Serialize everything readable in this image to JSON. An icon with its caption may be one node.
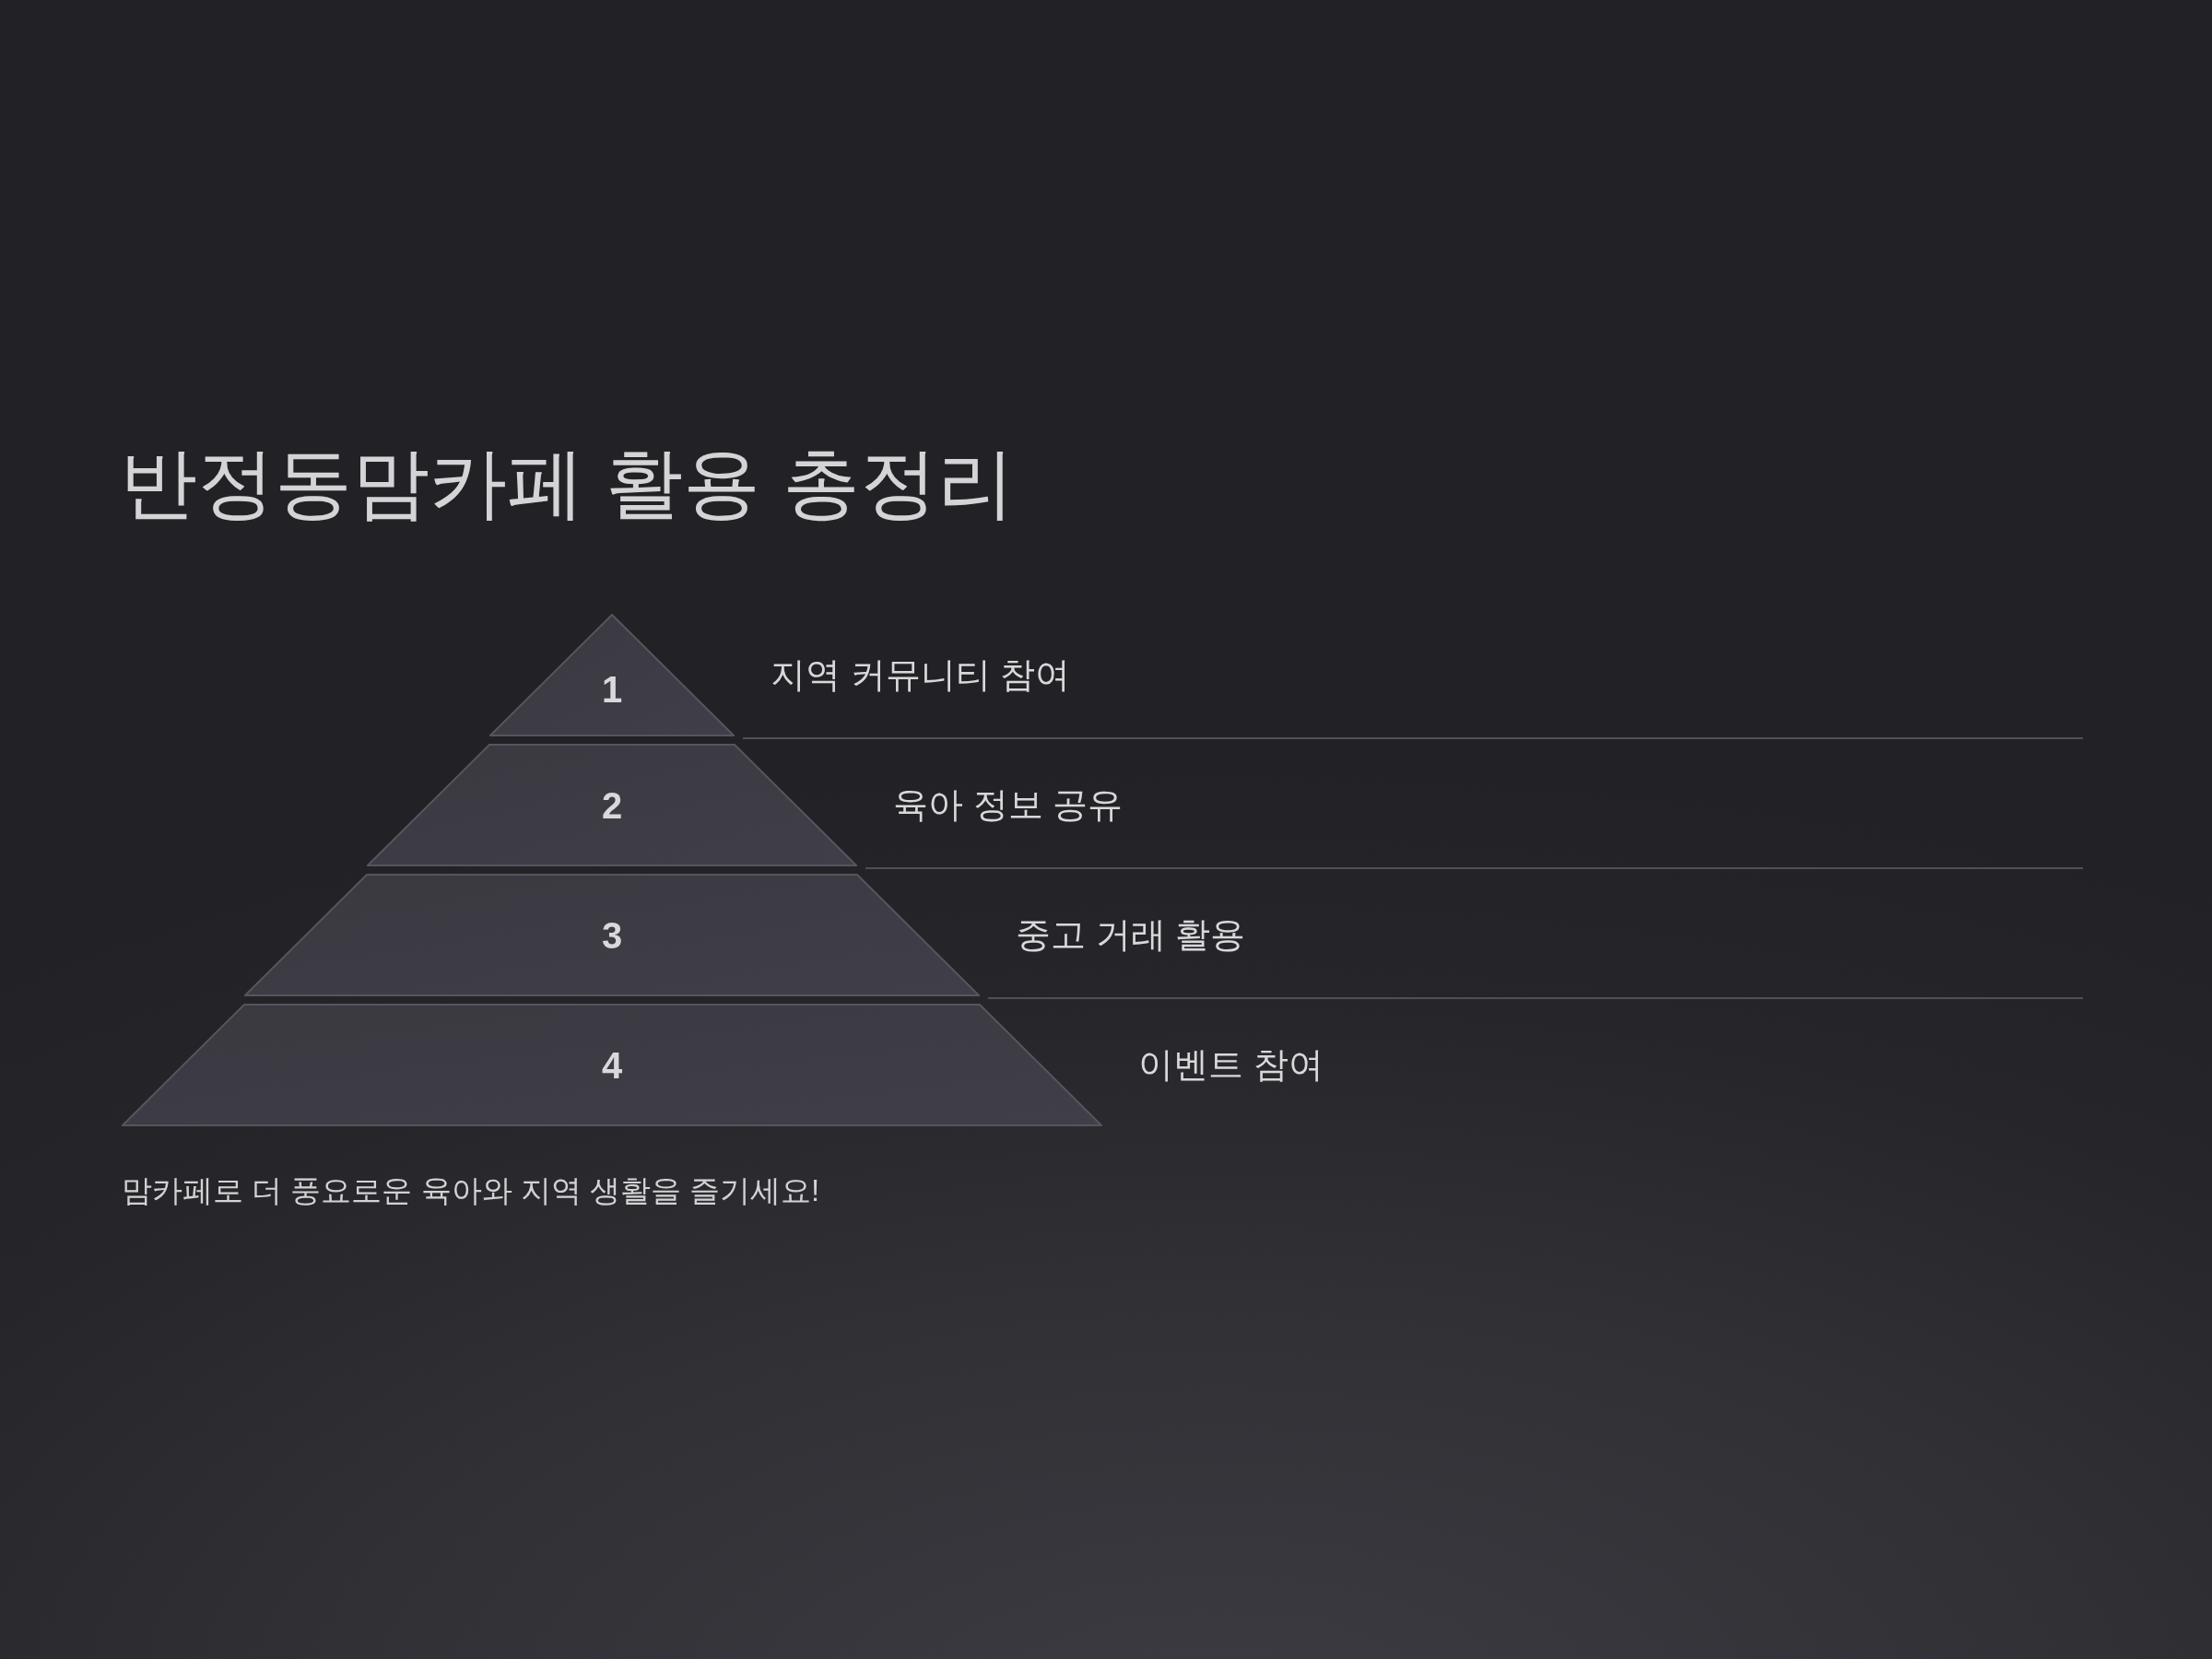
{
  "diagram": {
    "title": "반정동맘카페 활용 총정리",
    "caption": "맘카페로 더 풍요로운 육아와 지역 생활을 즐기세요!",
    "nodes": [
      {
        "text": [
          "1"
        ],
        "beside": [
          "지역 커뮤니티 참여"
        ]
      },
      {
        "text": [
          "2"
        ],
        "beside": [
          "육아 정보 공유"
        ]
      },
      {
        "text": [
          "3"
        ],
        "beside": [
          "중고 거래 활용"
        ]
      },
      {
        "text": [
          "4"
        ],
        "beside": [
          "이벤트 참여"
        ]
      }
    ]
  }
}
